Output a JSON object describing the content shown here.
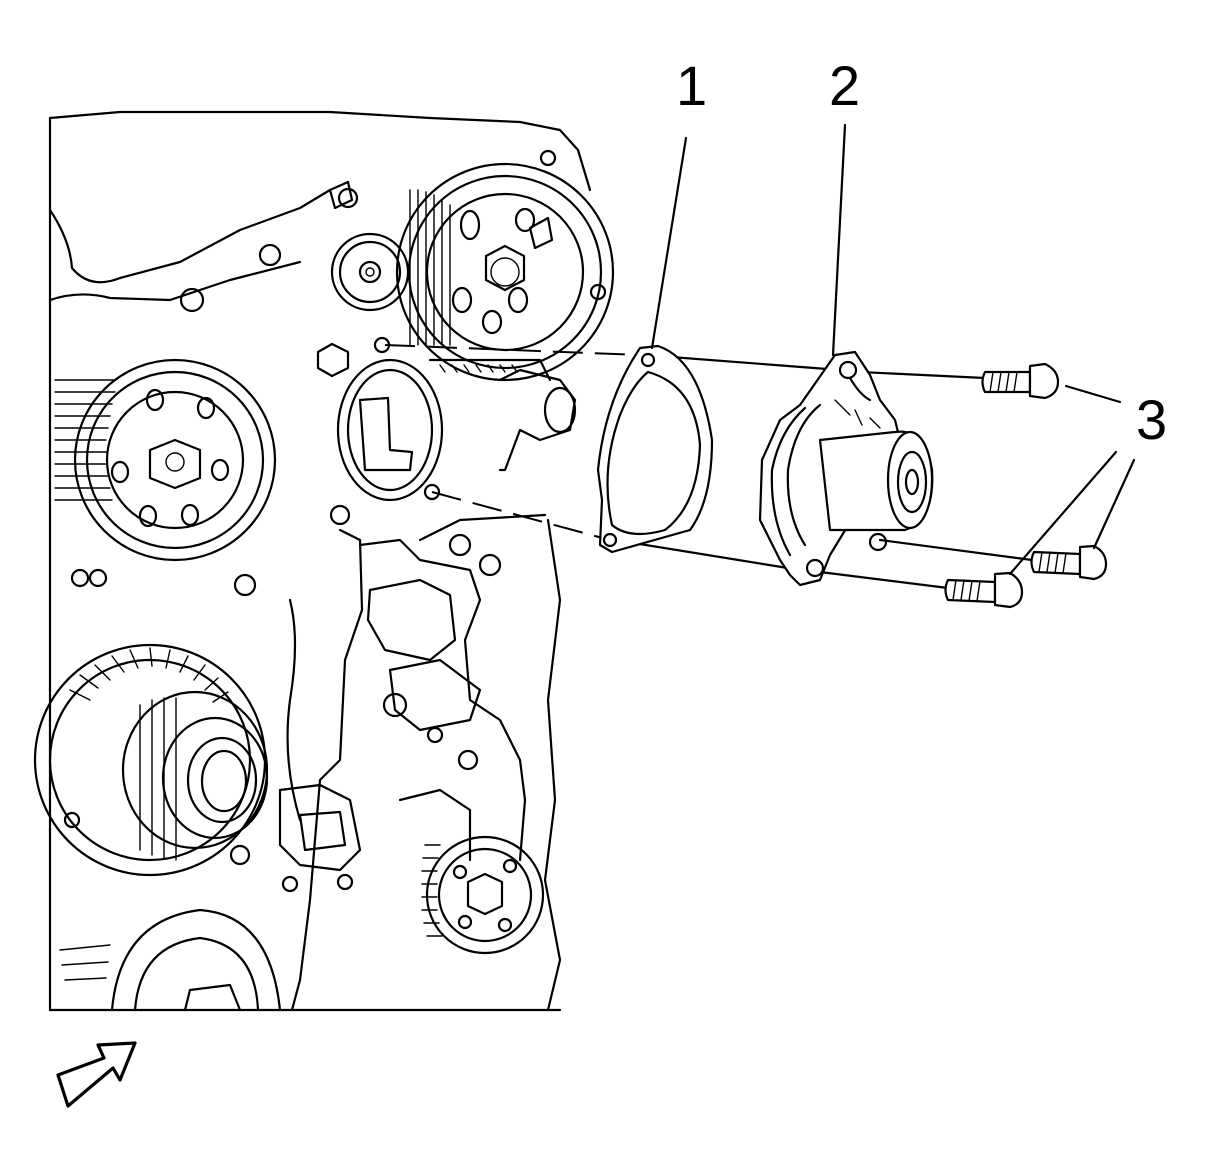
{
  "figure": {
    "callouts": [
      {
        "id": "1",
        "label": "1"
      },
      {
        "id": "2",
        "label": "2"
      },
      {
        "id": "3",
        "label": "3"
      }
    ],
    "icons": {
      "view_direction": "view-direction-arrow-icon"
    }
  }
}
